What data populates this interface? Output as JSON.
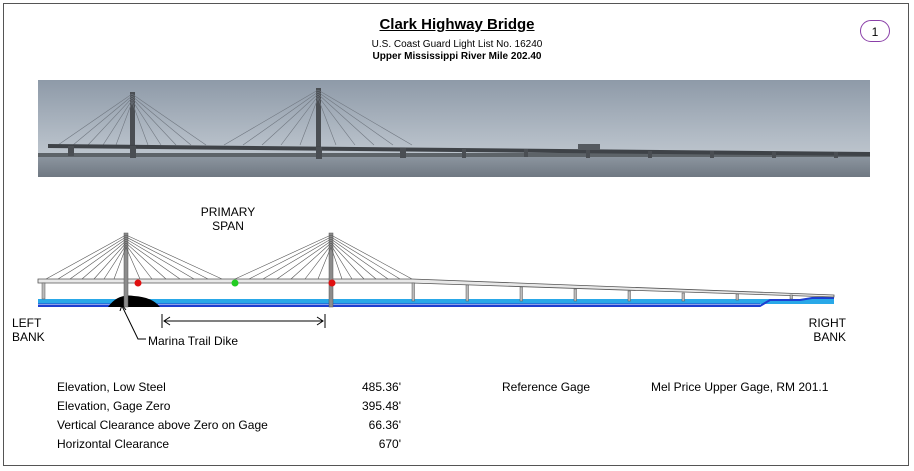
{
  "header": {
    "title": "Clark Highway Bridge",
    "light_list": "U.S. Coast Guard Light List No. 16240",
    "river_mile": "Upper Mississippi River Mile 202.40",
    "page_number": "1"
  },
  "diagram": {
    "primary_span": [
      "PRIMARY",
      "SPAN"
    ],
    "left_bank": [
      "LEFT",
      "BANK"
    ],
    "right_bank": [
      "RIGHT",
      "BANK"
    ],
    "dike_label": "Marina Trail Dike"
  },
  "specs": {
    "low_steel_label": "Elevation, Low Steel",
    "low_steel_value": "485.36'",
    "gage_zero_label": "Elevation, Gage Zero",
    "gage_zero_value": "395.48'",
    "vertical_label": "Vertical Clearance above Zero on Gage",
    "vertical_value": "66.36'",
    "horizontal_label": "Horizontal Clearance",
    "horizontal_value": "670'",
    "ref_gage_label": "Reference Gage",
    "ref_gage_value": "Mel Price Upper Gage, RM 201.1"
  },
  "colors": {
    "water": "#29a8e8",
    "water_line": "#1d3fd1",
    "red_light": "#e01010",
    "green_light": "#22cc22",
    "badge": "#8a3fa8"
  }
}
